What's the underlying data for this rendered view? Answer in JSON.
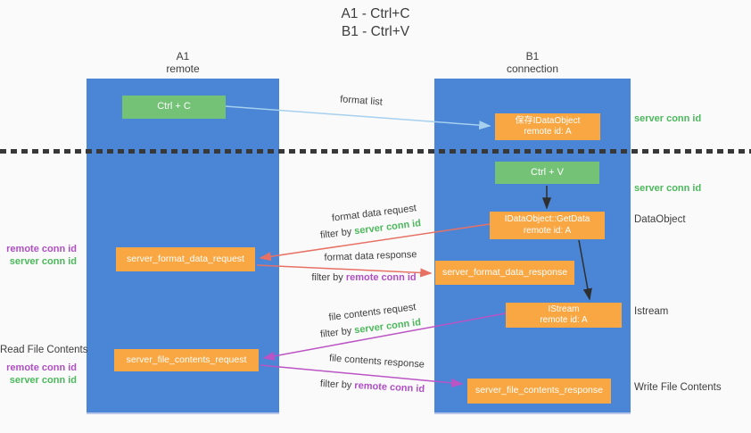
{
  "title": {
    "line1": "A1 - Ctrl+C",
    "line2": "B1 - Ctrl+V"
  },
  "lanes": {
    "left": {
      "title": "A1",
      "subtitle": "remote"
    },
    "right": {
      "title": "B1",
      "subtitle": "connection"
    }
  },
  "boxes": {
    "ctrl_c": {
      "label": "Ctrl + C"
    },
    "save_dataobject": {
      "line1": "保存IDataObject",
      "line2": "remote id: A"
    },
    "ctrl_v": {
      "label": "Ctrl + V"
    },
    "getdata": {
      "line1": "IDataObject::GetData",
      "line2": "remote id: A"
    },
    "format_request": {
      "label": "server_format_data_request"
    },
    "format_response": {
      "label": "server_format_data_response"
    },
    "istream": {
      "line1": "IStream",
      "line2": "remote id: A"
    },
    "file_request": {
      "label": "server_file_contents_request"
    },
    "file_response": {
      "label": "server_file_contents_response"
    }
  },
  "arrows": {
    "format_list": {
      "label": "format list",
      "color": "#a6d0ee"
    },
    "format_data_request": {
      "label": "format data request",
      "filter_prefix": "filter by",
      "filter_key": "server conn id",
      "color": "#e87165"
    },
    "format_data_response": {
      "label": "format data response",
      "filter_prefix": "filter by",
      "filter_key": "remote conn id",
      "color": "#e87165"
    },
    "file_contents_request": {
      "label": "file contents request",
      "filter_prefix": "filter by",
      "filter_key": "server conn id",
      "color": "#bb54c4"
    },
    "file_contents_response": {
      "label": "file contents response",
      "filter_prefix": "filter by",
      "filter_key": "remote conn id",
      "color": "#bb54c4"
    }
  },
  "side_labels": {
    "left": {
      "format_remote": "remote conn id",
      "format_server": "server conn id",
      "read_file": "Read File Contents",
      "file_remote": "remote conn id",
      "file_server": "server conn id"
    },
    "right": {
      "server_conn_top": "server conn id",
      "server_conn_mid": "server conn id",
      "dataobject": "DataObject",
      "istream": "Istream",
      "write_file": "Write File Contents"
    }
  },
  "colors": {
    "lane_blue": "#4a85d6",
    "box_green": "#74c276",
    "box_orange": "#f9a743",
    "arrow_blue": "#a6d0ee",
    "arrow_black": "#2f2f2f",
    "arrow_red": "#e87165",
    "arrow_purple": "#bb54c4",
    "text_green": "#4cb85c",
    "text_purple": "#b04fc4",
    "text_dark": "#3d3d3d"
  }
}
